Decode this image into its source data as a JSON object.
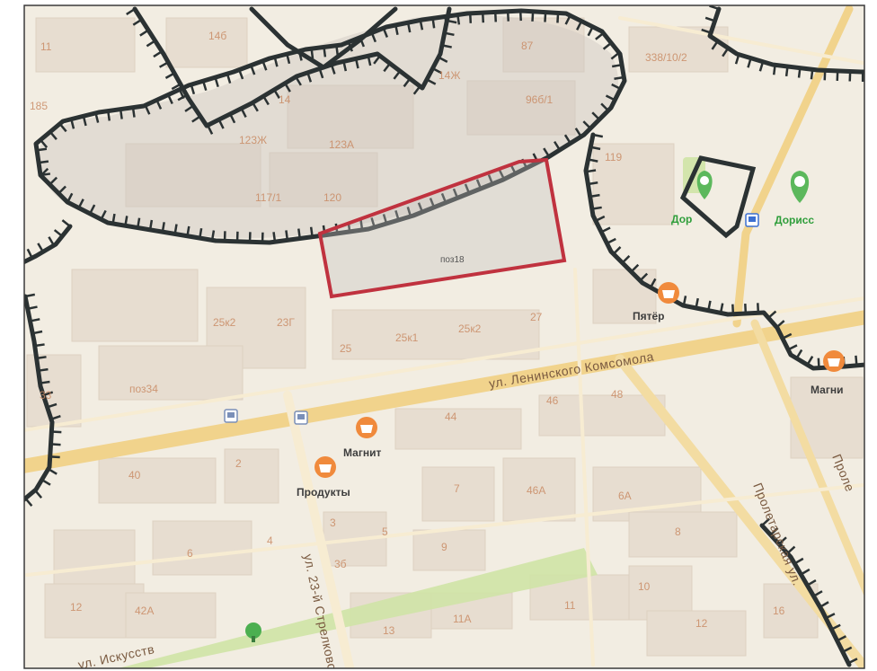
{
  "map": {
    "streets": [
      {
        "id": "leninskogo-komsomola",
        "name": "ул. Ленинского Комсомола"
      },
      {
        "id": "proletarskaya",
        "name": "Пролетарская ул."
      },
      {
        "id": "proletarskaya-partial",
        "name": "Проле"
      },
      {
        "id": "street-vertical",
        "name": "ул. 23-й Стрелковой"
      },
      {
        "id": "street-bottom-left",
        "name": "ул. Искусств"
      }
    ],
    "plot": {
      "label": "поз18",
      "outline_color": "#c0323f"
    },
    "boundary_color": "#2b3233",
    "house_numbers": {
      "h11": "11",
      "h14b": "14б",
      "h87": "87",
      "h338": "338/10/2",
      "h185": "185",
      "h14": "14",
      "h14zh": "14Ж",
      "h96_1": "96б/1",
      "h123zh": "123Ж",
      "h123a": "123А",
      "h119": "119",
      "h117_1": "117/1",
      "h120": "120",
      "h25k2": "25к2",
      "h23g": "23Г",
      "h25": "25",
      "h25k1": "25к1",
      "h25k2b": "25к2",
      "h27": "27",
      "hpoz34": "поз34",
      "h33": "33",
      "h44": "44",
      "h46": "46",
      "h48": "48",
      "h40": "40",
      "h2": "2",
      "h7": "7",
      "h46a": "46А",
      "h6a": "6А",
      "h6": "6",
      "h3": "3",
      "h5": "5",
      "h4": "4",
      "h9": "9",
      "h8": "8",
      "h3b": "3б",
      "h12": "12",
      "h42a": "42А",
      "h10": "10",
      "h11b": "11",
      "h16": "16",
      "h13": "13",
      "h11a": "11А",
      "h12b": "12"
    },
    "pois": [
      {
        "id": "magnit-1",
        "name": "Магнит",
        "type": "shop",
        "icon": "basket-icon",
        "color": "#f08a3c"
      },
      {
        "id": "produkty",
        "name": "Продукты",
        "type": "shop",
        "icon": "basket-icon",
        "color": "#f08a3c"
      },
      {
        "id": "pyaterochka",
        "name": "Пятёр",
        "type": "shop",
        "icon": "basket-icon",
        "color": "#f08a3c"
      },
      {
        "id": "magnit-2",
        "name": "Магни",
        "type": "shop",
        "icon": "basket-icon",
        "color": "#f08a3c"
      },
      {
        "id": "doriss-1",
        "name": "Дорисс",
        "type": "pharmacy",
        "icon": "pharmacy-icon",
        "color": "#5cb85c"
      },
      {
        "id": "doriss-2",
        "name": "Дор",
        "type": "pharmacy",
        "icon": "pharmacy-icon",
        "color": "#5cb85c"
      },
      {
        "id": "park",
        "name": "",
        "type": "park",
        "icon": "tree-icon",
        "color": "#4caf50"
      }
    ]
  }
}
